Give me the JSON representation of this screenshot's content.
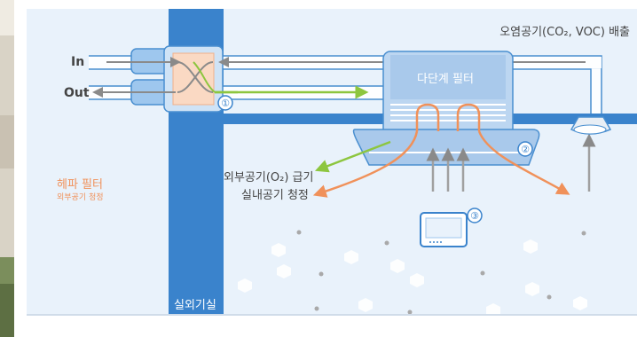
{
  "labels": {
    "in": "In",
    "out": "Out",
    "hepa_filter": "헤파 필터",
    "hepa_filter_sub": "외부공기 청정",
    "fresh_air_supply": "외부공기(O₂) 급기",
    "indoor_air_purify": "실내공기 청정",
    "exhaust": "오염공기(CO₂, VOC) 배출",
    "multi_stage_filter": "다단계 필터",
    "outdoor_unit_room": "실외기실"
  },
  "markers": [
    "①",
    "②",
    "③"
  ],
  "colors": {
    "panel_bg": "#e9f2fb",
    "wall_blue": "#3a83cc",
    "duct_outline": "#4a8fd0",
    "green_flow": "#8dc63f",
    "orange_flow": "#f0915a",
    "gray_arrow": "#a0a0a0"
  }
}
